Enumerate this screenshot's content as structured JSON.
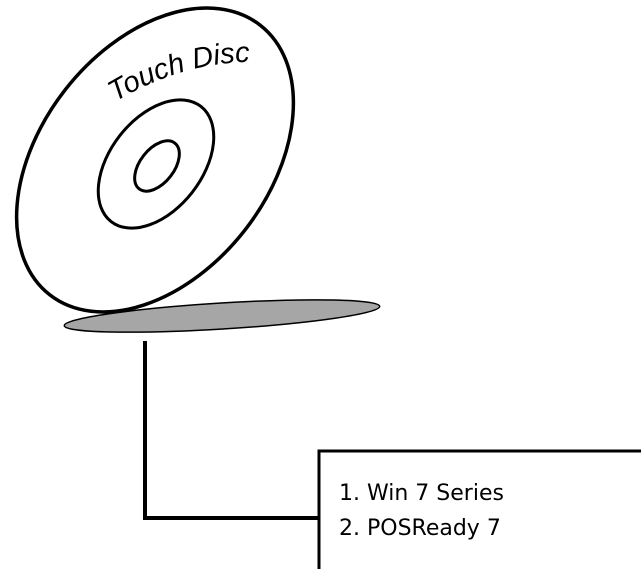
{
  "disc": {
    "label": "Touch Disc"
  },
  "os_list": {
    "items": [
      "1. Win 7 Series",
      "2. POSReady 7"
    ]
  },
  "colors": {
    "ink": "#000000",
    "shadow": "#a6a6a6",
    "background": "#ffffff"
  }
}
